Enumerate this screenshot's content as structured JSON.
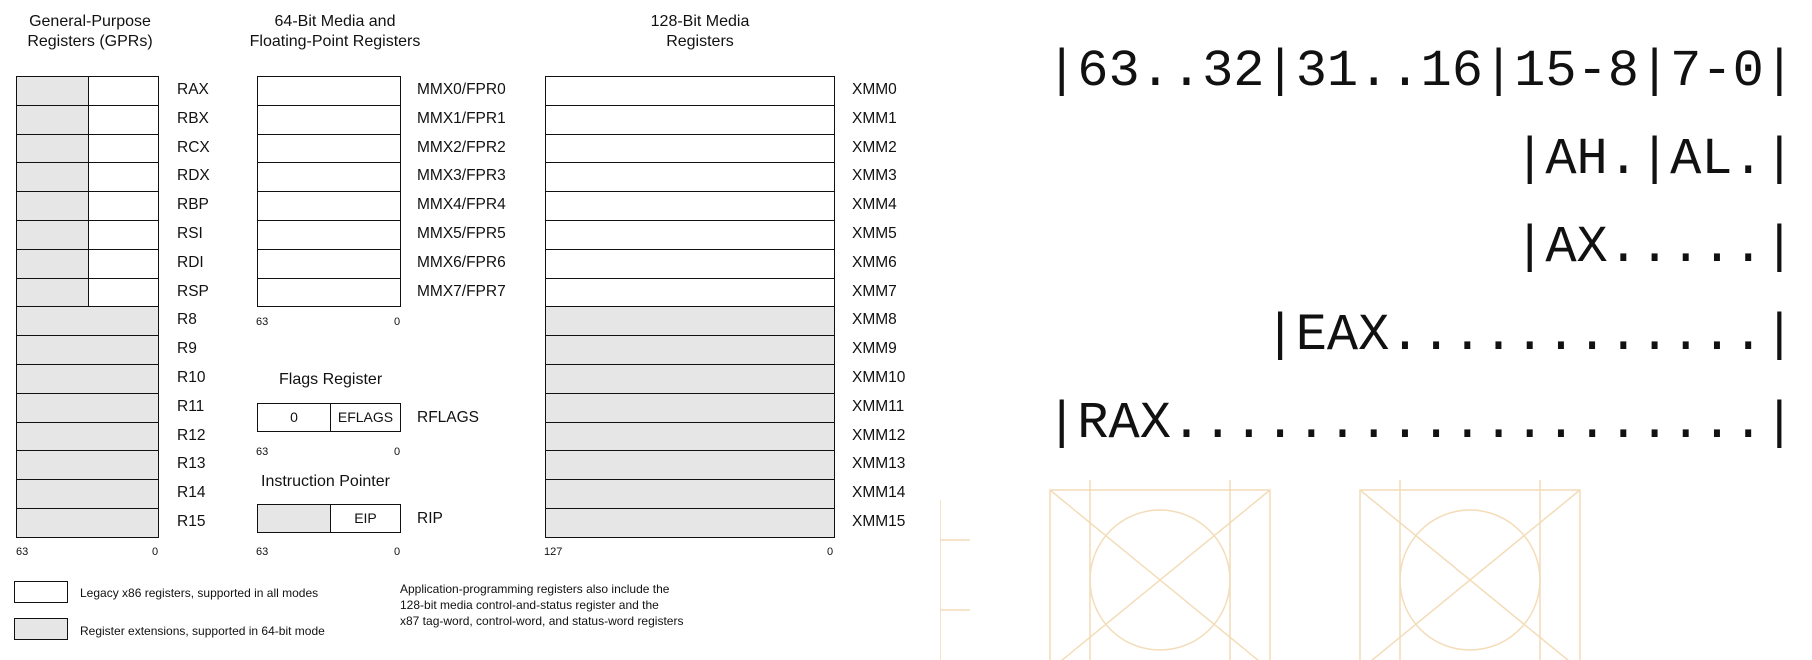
{
  "headers": {
    "gpr": [
      "General-Purpose",
      "Registers (GPRs)"
    ],
    "mmx": [
      "64-Bit Media and",
      "Floating-Point Registers"
    ],
    "xmm": [
      "128-Bit Media",
      "Registers"
    ]
  },
  "gpr_labels": [
    "RAX",
    "RBX",
    "RCX",
    "RDX",
    "RBP",
    "RSI",
    "RDI",
    "RSP",
    "R8",
    "R9",
    "R10",
    "R11",
    "R12",
    "R13",
    "R14",
    "R15"
  ],
  "mmx_labels": [
    "MMX0/FPR0",
    "MMX1/FPR1",
    "MMX2/FPR2",
    "MMX3/FPR3",
    "MMX4/FPR4",
    "MMX5/FPR5",
    "MMX6/FPR6",
    "MMX7/FPR7"
  ],
  "xmm_labels": [
    "XMM0",
    "XMM1",
    "XMM2",
    "XMM3",
    "XMM4",
    "XMM5",
    "XMM6",
    "XMM7",
    "XMM8",
    "XMM9",
    "XMM10",
    "XMM11",
    "XMM12",
    "XMM13",
    "XMM14",
    "XMM15"
  ],
  "ticks": {
    "gpr": [
      "63",
      "0"
    ],
    "mmx": [
      "63",
      "0"
    ],
    "flags": [
      "63",
      "0"
    ],
    "rip": [
      "63",
      "0"
    ],
    "xmm": [
      "127",
      "0"
    ]
  },
  "flags": {
    "title": "Flags Register",
    "zero": "0",
    "inner": "EFLAGS",
    "name": "RFLAGS"
  },
  "ip": {
    "title": "Instruction Pointer",
    "inner": "EIP",
    "name": "RIP"
  },
  "legend": {
    "legacy": "Legacy x86 registers, supported in all modes",
    "ext": "Register extensions, supported in 64-bit mode",
    "note": [
      "Application-programming registers also include the",
      "128-bit media control-and-status register and the",
      "x87 tag-word, control-word, and status-word registers"
    ]
  },
  "layout_text": [
    "|63..32|31..16|15-8|7-0|",
    "|AH.|AL.|",
    "|AX.....|",
    "|EAX............|",
    "|RAX...................|"
  ],
  "colors": {
    "extension_fill": "#e6e6e6",
    "border": "#111111",
    "watermark": "#f3dcb8"
  }
}
